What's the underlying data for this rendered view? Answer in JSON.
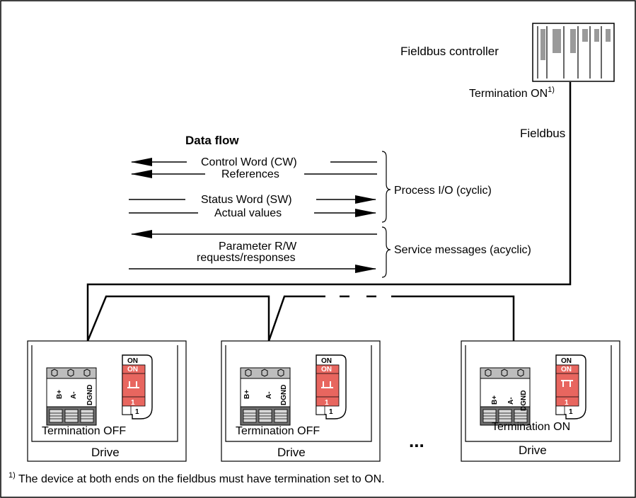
{
  "controller": {
    "label": "Fieldbus controller",
    "termination": "Termination ON",
    "termination_note": "1)"
  },
  "fieldbus_label": "Fieldbus",
  "data_flow": {
    "title": "Data flow",
    "control_word": "Control Word (CW)",
    "references": "References",
    "status_word": "Status Word (SW)",
    "actual_values": "Actual values",
    "parameter_rw": "Parameter R/W",
    "requests_responses": "requests/responses",
    "process_io": "Process I/O (cyclic)",
    "service_messages": "Service messages (acyclic)"
  },
  "drives": [
    {
      "label": "Drive",
      "termination": "Termination OFF",
      "pins": [
        "B+",
        "A-",
        "DGND"
      ],
      "switch_on": "ON",
      "switch_one": "1"
    },
    {
      "label": "Drive",
      "termination": "Termination OFF",
      "pins": [
        "B+",
        "A-",
        "DGND"
      ],
      "switch_on": "ON",
      "switch_one": "1"
    },
    {
      "label": "Drive",
      "termination": "Termination ON",
      "pins": [
        "B+",
        "A-",
        "DGND"
      ],
      "switch_on": "ON",
      "switch_one": "1"
    }
  ],
  "ellipsis": "...",
  "footnote": {
    "marker": "1)",
    "text": " The device at both ends on the fieldbus must have termination set to ON."
  },
  "colors": {
    "switch_red": "#e8665f",
    "connector_gray": "#bdbdbd",
    "connector_dark": "#6e6e6e",
    "line": "#000000"
  }
}
